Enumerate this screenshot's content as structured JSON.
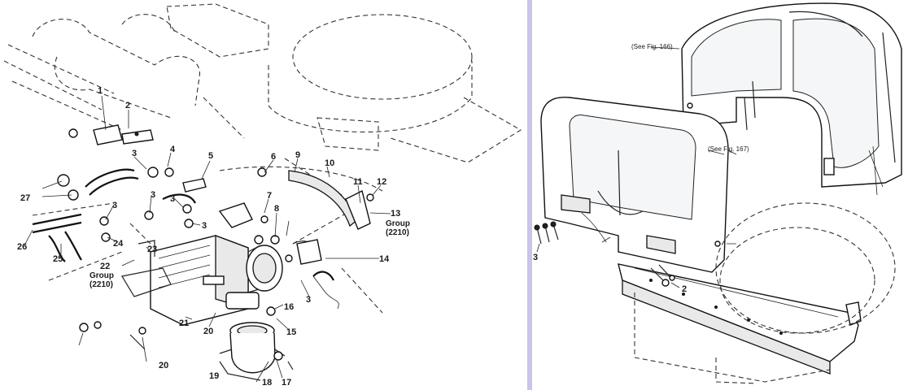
{
  "left_panel": {
    "part_numbers": [
      "1",
      "2",
      "3",
      "3",
      "4",
      "5",
      "6",
      "7",
      "8",
      "9",
      "10",
      "11",
      "12",
      "13",
      "14",
      "15",
      "16",
      "17",
      "18",
      "19",
      "20",
      "20",
      "21",
      "22",
      "23",
      "24",
      "25",
      "26",
      "27",
      "3",
      "3",
      "3",
      "3"
    ],
    "group_left": {
      "word": "Group",
      "code": "(2210)"
    },
    "group_right": {
      "word": "Group",
      "code": "(2210)"
    }
  },
  "right_panel": {
    "see_fig_top": "(See Fig. 166)",
    "see_fig_mid": "(See Fig. 167)",
    "part_numbers": [
      "3",
      "2"
    ]
  },
  "colors": {
    "divider": "#c9c5e8",
    "ink": "#1a1a1a",
    "paper": "#ffffff"
  }
}
